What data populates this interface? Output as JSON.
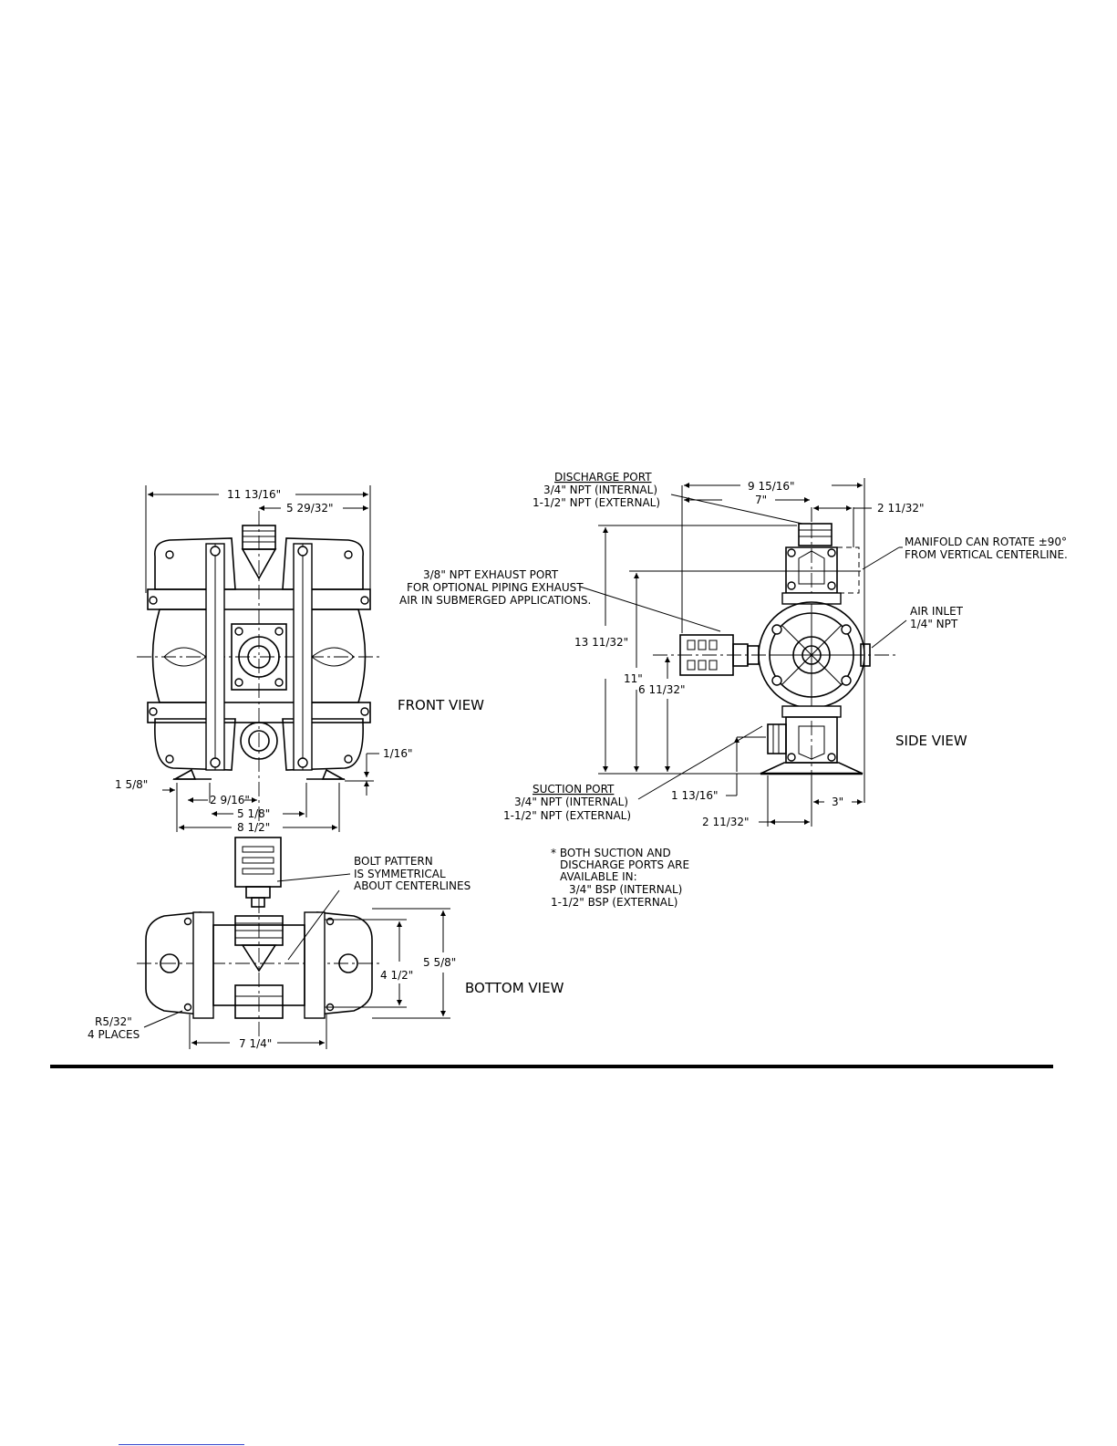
{
  "front_view": {
    "title": "FRONT VIEW",
    "dims": {
      "overall_width": "11 13/16\"",
      "half_width": "5 29/32\"",
      "foot_offset": "1 5/8\"",
      "foot_height": "1/16\"",
      "inner_half": "2 9/16\"",
      "inner_width": "5 1/8\"",
      "foot_span": "8 1/2\""
    }
  },
  "bottom_view": {
    "title": "BOTTOM VIEW",
    "bolt_note": [
      "BOLT PATTERN",
      "IS SYMMETRICAL",
      "ABOUT CENTERLINES"
    ],
    "radius_note": [
      "R5/32\"",
      "4 PLACES"
    ],
    "dims": {
      "bolt_depth": "4 1/2\"",
      "overall_depth": "5 5/8\"",
      "bolt_width": "7 1/4\""
    }
  },
  "side_view": {
    "title": "SIDE VIEW",
    "discharge_port": {
      "title": "DISCHARGE PORT",
      "lines": [
        "3/4\" NPT (INTERNAL)",
        "1-1/2\" NPT (EXTERNAL)"
      ]
    },
    "exhaust_note": [
      "3/8\" NPT EXHAUST PORT",
      "FOR OPTIONAL PIPING EXHAUST",
      "AIR IN SUBMERGED APPLICATIONS."
    ],
    "manifold_note": [
      "MANIFOLD CAN ROTATE ±90°",
      "FROM VERTICAL CENTERLINE."
    ],
    "air_inlet_note": [
      "AIR INLET",
      "1/4\" NPT"
    ],
    "suction_port": {
      "title": "SUCTION PORT",
      "lines": [
        "3/4\" NPT (INTERNAL)",
        "1-1/2\" NPT (EXTERNAL)"
      ]
    },
    "dims": {
      "overall_depth": "9 15/16\"",
      "to_port": "7\"",
      "port_offset": "2 11/32\"",
      "overall_height": "13 11/32\"",
      "manifold_height": "11\"",
      "center_height": "6 11/32\"",
      "suction_height": "1 13/16\"",
      "base_offset": "2 11/32\"",
      "base_width": "3\""
    }
  },
  "bsp_note": [
    "* BOTH SUCTION AND",
    "DISCHARGE PORTS ARE",
    "AVAILABLE IN:",
    "3/4\" BSP (INTERNAL)",
    "1-1/2\" BSP (EXTERNAL)"
  ]
}
